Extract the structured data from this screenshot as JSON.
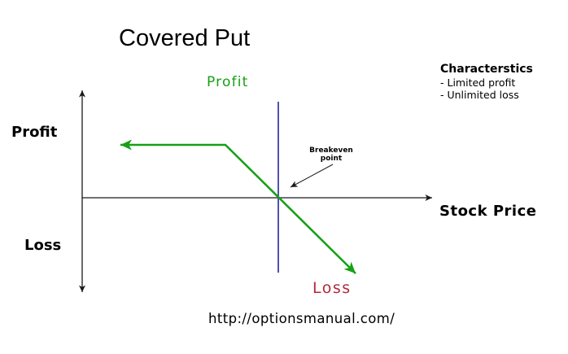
{
  "title": "Covered Put",
  "labels": {
    "profit_region": "Profit",
    "loss_region": "Loss",
    "y_axis_positive": "Profit",
    "y_axis_negative": "Loss",
    "x_axis": "Stock Price"
  },
  "characteristics": {
    "heading": "Characterstics",
    "items": [
      "- Limited profit",
      "- Unlimited loss"
    ]
  },
  "annotation": {
    "line1": "Breakeven",
    "line2": "point"
  },
  "footer_url": "http://optionsmanual.com/",
  "colors": {
    "profit-green": "#17A017",
    "loss-red": "#B02A3C",
    "strike-blue": "#26269B",
    "axis-black": "#1A1A1A"
  },
  "chart_data": {
    "type": "line",
    "title": "Covered Put",
    "xlabel": "Stock Price",
    "ylabel": "Profit / Loss",
    "axes_numeric": false,
    "grid": false,
    "series": [
      {
        "name": "Covered Put payoff",
        "color": "#17A017",
        "shape": [
          {
            "stock_price": "low (left, arrow)",
            "payoff": "flat limited profit above zero"
          },
          {
            "stock_price": "strike area",
            "payoff": "profit begins declining linearly"
          },
          {
            "stock_price": "breakeven point (at strike line)",
            "payoff": 0
          },
          {
            "stock_price": "high (right, arrow)",
            "payoff": "unlimited loss below zero"
          }
        ]
      }
    ],
    "reference_lines": [
      {
        "name": "strike price vertical line",
        "orientation": "vertical",
        "color": "#26269B"
      }
    ],
    "annotations": [
      {
        "text": "Breakeven point",
        "points_to": "where payoff line crosses the x-axis"
      }
    ],
    "pixel_geometry": {
      "y_axis_points": "101,111 101,359",
      "x_axis_points": "101,243 531,243",
      "strike_line_points": "342,125 342,335",
      "payoff_points": "148,178 277,178 437,336",
      "breakeven_arrow_points": "409,202 357,230"
    }
  }
}
